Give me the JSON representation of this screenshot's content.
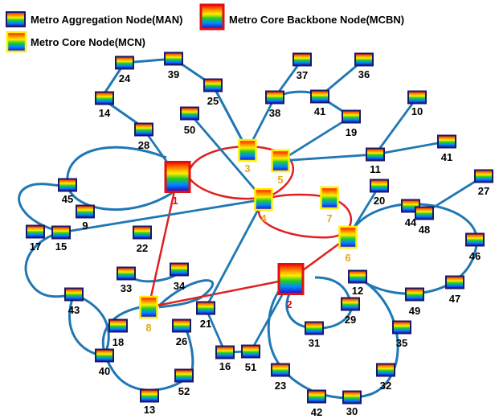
{
  "legend": {
    "man_label": "Metro Aggregation Node(MAN)",
    "mcbn_label": "Metro Core Backbone Node(MCBN)",
    "mcn_label": "Metro Core Node(MCN)"
  },
  "colors": {
    "link": "#1f77b4",
    "core_link": "#e02020",
    "man_border": "#1a1a66",
    "mcn_border": "#ffee00",
    "mcbn_border": "#e01010",
    "label_man": "#000000",
    "label_core": "#e6a817",
    "label_backbone": "#e01010"
  },
  "nodes": [
    {
      "id": "n1",
      "label": "1",
      "type": "mcbn"
    },
    {
      "id": "n2",
      "label": "2",
      "type": "mcbn"
    },
    {
      "id": "n3",
      "label": "3",
      "type": "mcn"
    },
    {
      "id": "n4",
      "label": "4",
      "type": "mcn"
    },
    {
      "id": "n5",
      "label": "5",
      "type": "mcn"
    },
    {
      "id": "n6",
      "label": "6",
      "type": "mcn"
    },
    {
      "id": "n7",
      "label": "7",
      "type": "mcn"
    },
    {
      "id": "n8",
      "label": "8",
      "type": "mcn"
    },
    {
      "id": "n9",
      "label": "9",
      "type": "man"
    },
    {
      "id": "n10",
      "label": "10",
      "type": "man"
    },
    {
      "id": "n11",
      "label": "11",
      "type": "man"
    },
    {
      "id": "n12",
      "label": "12",
      "type": "man"
    },
    {
      "id": "n13",
      "label": "13",
      "type": "man"
    },
    {
      "id": "n14",
      "label": "14",
      "type": "man"
    },
    {
      "id": "n15",
      "label": "15",
      "type": "man"
    },
    {
      "id": "n16",
      "label": "16",
      "type": "man"
    },
    {
      "id": "n17",
      "label": "17",
      "type": "man"
    },
    {
      "id": "n18",
      "label": "18",
      "type": "man"
    },
    {
      "id": "n19",
      "label": "19",
      "type": "man"
    },
    {
      "id": "n20",
      "label": "20",
      "type": "man"
    },
    {
      "id": "n21",
      "label": "21",
      "type": "man"
    },
    {
      "id": "n22",
      "label": "22",
      "type": "man"
    },
    {
      "id": "n23",
      "label": "23",
      "type": "man"
    },
    {
      "id": "n24",
      "label": "24",
      "type": "man"
    },
    {
      "id": "n25",
      "label": "25",
      "type": "man"
    },
    {
      "id": "n26",
      "label": "26",
      "type": "man"
    },
    {
      "id": "n27",
      "label": "27",
      "type": "man"
    },
    {
      "id": "n28",
      "label": "28",
      "type": "man"
    },
    {
      "id": "n29",
      "label": "29",
      "type": "man"
    },
    {
      "id": "n30",
      "label": "30",
      "type": "man"
    },
    {
      "id": "n31",
      "label": "31",
      "type": "man"
    },
    {
      "id": "n32",
      "label": "32",
      "type": "man"
    },
    {
      "id": "n33",
      "label": "33",
      "type": "man"
    },
    {
      "id": "n34",
      "label": "34",
      "type": "man"
    },
    {
      "id": "n35",
      "label": "35",
      "type": "man"
    },
    {
      "id": "n36",
      "label": "36",
      "type": "man"
    },
    {
      "id": "n37",
      "label": "37",
      "type": "man"
    },
    {
      "id": "n38",
      "label": "38",
      "type": "man"
    },
    {
      "id": "n39",
      "label": "39",
      "type": "man"
    },
    {
      "id": "n40",
      "label": "40",
      "type": "man"
    },
    {
      "id": "n41a",
      "label": "41",
      "type": "man"
    },
    {
      "id": "n41b",
      "label": "41",
      "type": "man"
    },
    {
      "id": "n42",
      "label": "42",
      "type": "man"
    },
    {
      "id": "n43",
      "label": "43",
      "type": "man"
    },
    {
      "id": "n44",
      "label": "44",
      "type": "man"
    },
    {
      "id": "n45",
      "label": "45",
      "type": "man"
    },
    {
      "id": "n46",
      "label": "46",
      "type": "man"
    },
    {
      "id": "n47",
      "label": "47",
      "type": "man"
    },
    {
      "id": "n48",
      "label": "48",
      "type": "man"
    },
    {
      "id": "n49",
      "label": "49",
      "type": "man"
    },
    {
      "id": "n50",
      "label": "50",
      "type": "man"
    },
    {
      "id": "n51",
      "label": "51",
      "type": "man"
    },
    {
      "id": "n52",
      "label": "52",
      "type": "man"
    }
  ],
  "links": [
    {
      "from": "n1",
      "to": "n8",
      "kind": "core"
    },
    {
      "from": "n8",
      "to": "n2",
      "kind": "core"
    },
    {
      "from": "n2",
      "to": "n6",
      "kind": "core"
    },
    {
      "from": "n28",
      "to": "n1",
      "kind": "access"
    },
    {
      "from": "n25",
      "to": "n3",
      "kind": "access"
    },
    {
      "from": "n50",
      "to": "n4",
      "kind": "access"
    },
    {
      "from": "n38",
      "to": "n3",
      "kind": "access"
    },
    {
      "from": "n19",
      "to": "n5",
      "kind": "access"
    },
    {
      "from": "n5",
      "to": "n11",
      "kind": "access"
    },
    {
      "from": "n11",
      "to": "n10",
      "kind": "access"
    },
    {
      "from": "n11",
      "to": "n41b",
      "kind": "access"
    },
    {
      "from": "n38",
      "to": "n37",
      "kind": "access"
    },
    {
      "from": "n41a",
      "to": "n36",
      "kind": "access"
    },
    {
      "from": "n4",
      "to": "n15",
      "kind": "access"
    },
    {
      "from": "n4",
      "to": "n21",
      "kind": "access"
    },
    {
      "from": "n6",
      "to": "n20",
      "kind": "access"
    },
    {
      "from": "n48",
      "to": "n27",
      "kind": "access"
    },
    {
      "from": "n2",
      "to": "n51",
      "kind": "access"
    },
    {
      "from": "n51",
      "to": "n16",
      "kind": "access"
    },
    {
      "from": "n21",
      "to": "n16",
      "kind": "access"
    }
  ]
}
